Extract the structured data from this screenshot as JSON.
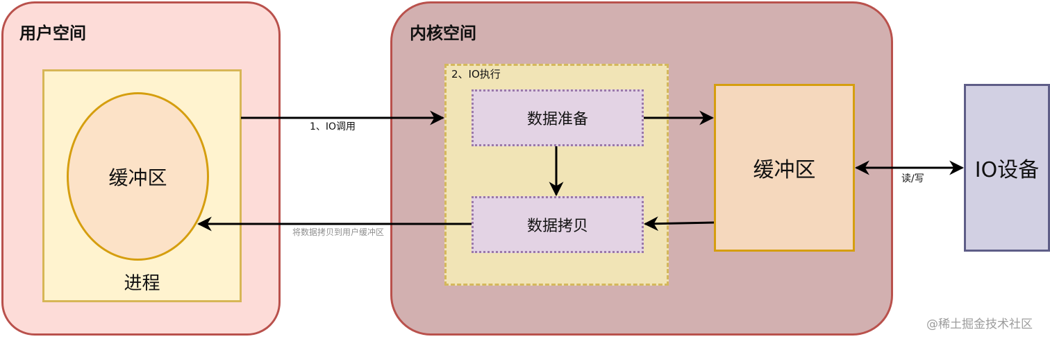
{
  "regions": {
    "user_space": "用户空间",
    "kernel_space": "内核空间"
  },
  "user": {
    "buffer": "缓冲区",
    "process": "进程"
  },
  "kernel": {
    "io_exec_label": "2、IO执行",
    "data_prep": "数据准备",
    "data_copy": "数据拷贝",
    "buffer": "缓冲区"
  },
  "device": {
    "label": "IO设备"
  },
  "edges": {
    "io_call": "1、IO调用",
    "copy_to_user": "将数据拷贝到用户缓冲区",
    "read_write": "读/写"
  },
  "watermark": "@稀土掘金技术社区",
  "colors": {
    "user_space_fill": "#fddcd8",
    "kernel_space_fill": "#d2b0b0",
    "region_border": "#b9514c",
    "process_fill": "#fff3cf",
    "buffer_border": "#d59e0f",
    "step_fill": "#e3d3e4",
    "device_fill": "#d2d0e3"
  }
}
